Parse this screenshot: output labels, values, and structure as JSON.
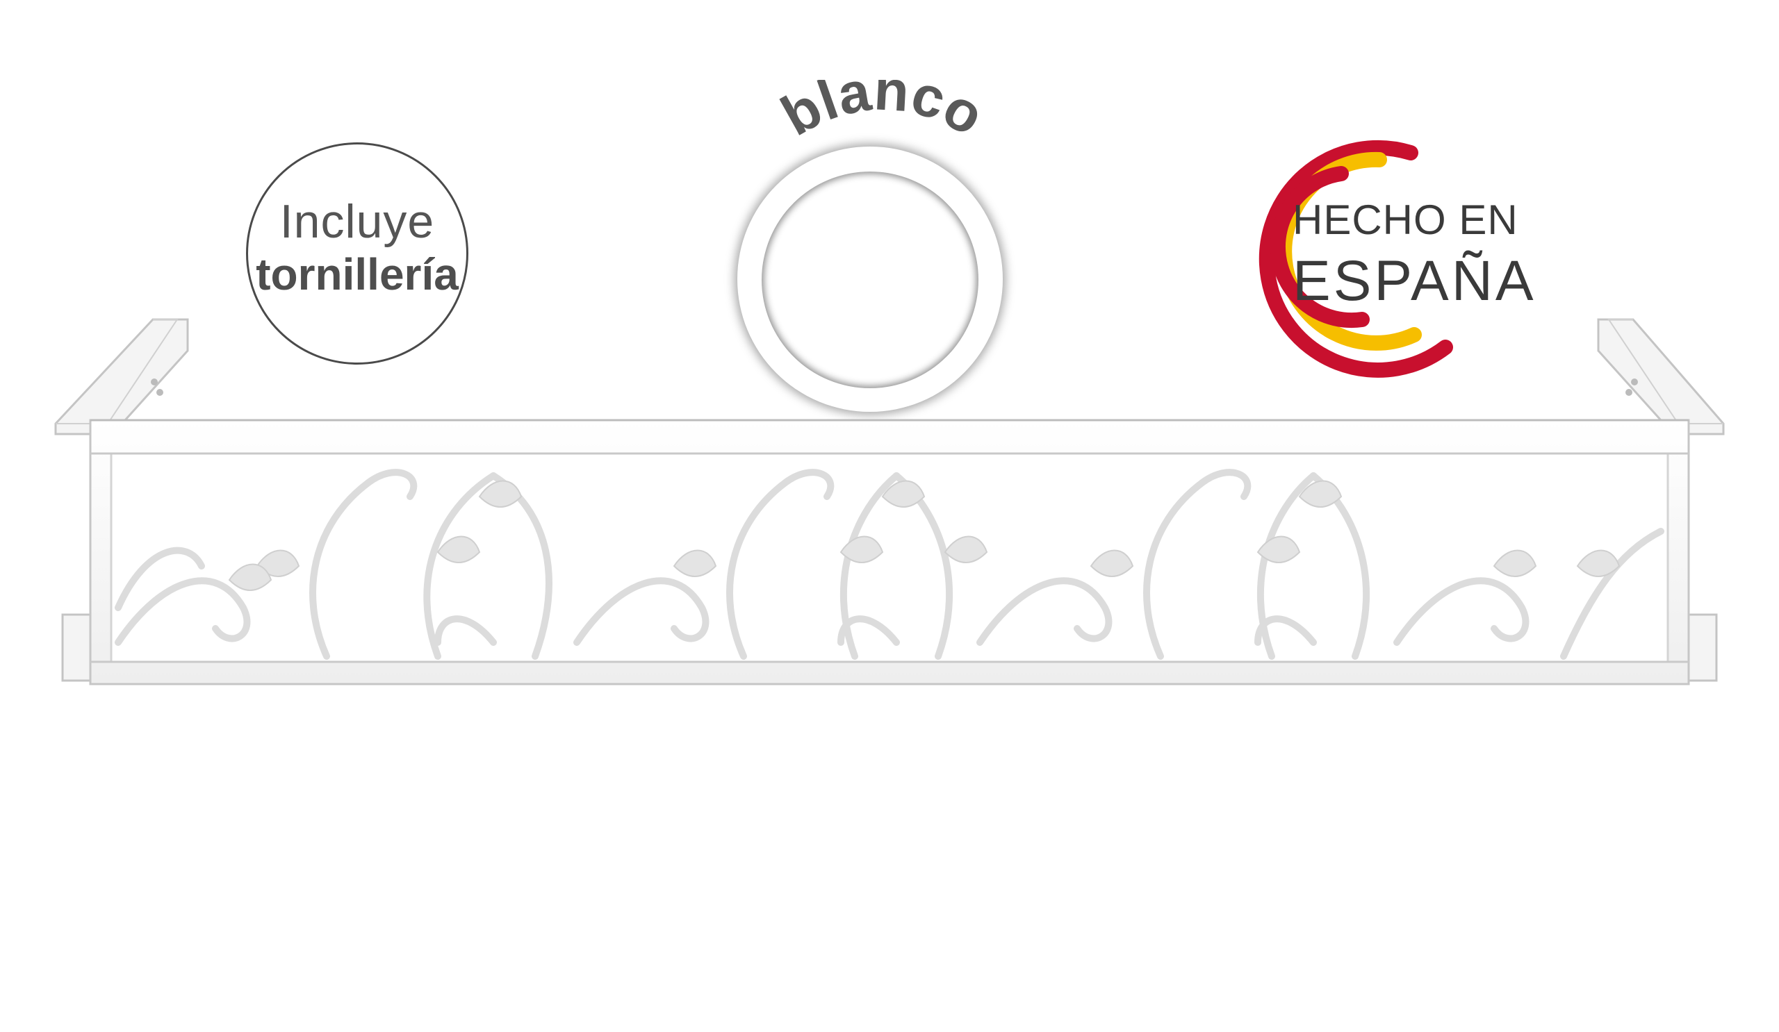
{
  "badges": {
    "incluye": {
      "line1": "Incluye",
      "line2": "tornillería"
    },
    "color": {
      "label": "blanco"
    },
    "origin": {
      "line1": "HECHO EN",
      "line2": "ESPAÑA",
      "colors": {
        "red": "#c8102e",
        "yellow": "#f6be00"
      }
    }
  },
  "product": {
    "name_icon": "ornamental-planter-rail-icon",
    "color": "#ffffff"
  }
}
